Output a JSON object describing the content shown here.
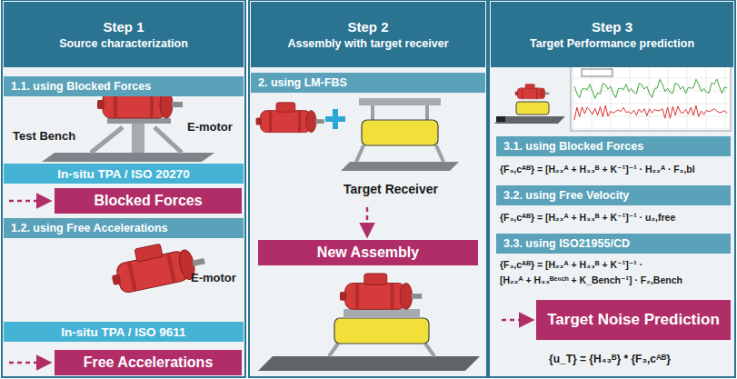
{
  "diagram": {
    "nodes": [
      {
        "text": [
          "Step 1",
          "Source characterization"
        ]
      },
      {
        "text": [
          "1.1. using Blocked Forces"
        ]
      },
      {
        "text": [
          "In-situ TPA / ISO 20270"
        ]
      },
      {
        "text": [
          "Blocked Forces"
        ]
      },
      {
        "text": [
          "1.2. using Free Accelerations"
        ]
      },
      {
        "text": [
          "In-situ TPA / ISO 9611"
        ]
      },
      {
        "text": [
          "Free Accelerations"
        ]
      },
      {
        "text": [
          "Step 2",
          "Assembly with target receiver"
        ]
      },
      {
        "text": [
          "2. using LM-FBS"
        ]
      },
      {
        "text": [
          "New Assembly"
        ]
      },
      {
        "text": [
          "Step 3",
          "Target Performance prediction"
        ]
      },
      {
        "text": [
          "3.1. using Blocked Forces"
        ]
      },
      {
        "text": [
          "3.2. using Free Velocity"
        ]
      },
      {
        "text": [
          "3.3. using ISO21955/CD"
        ]
      },
      {
        "text": [
          "Target Noise Prediction"
        ]
      }
    ],
    "labels": [
      "Test Bench",
      "E-motor",
      "E-motor",
      "Target Receiver",
      "{F₃,cᴬᴮ} = [H₂₂ᴬ + H₃₃ᴮ + K⁻¹]⁻¹ · H₂₂ᴬ · F₂,bl",
      "{F₃,cᴬᴮ} = [H₂₂ᴬ + H₃₃ᴮ + K⁻¹]⁻¹ · u₂,free",
      "{F₃,cᴬᴮ} = [H₂₂ᴬ + H₃₃ᴮ + K⁻¹]⁻¹ ·",
      "[H₂₂ᴬ + H₃₃ᴮᵉⁿᶜʰ + K_Bench⁻¹] · F₂,Bench",
      "{u_T} = {H₄₃ᴮ} * {F₃,cᴬᴮ}"
    ]
  }
}
